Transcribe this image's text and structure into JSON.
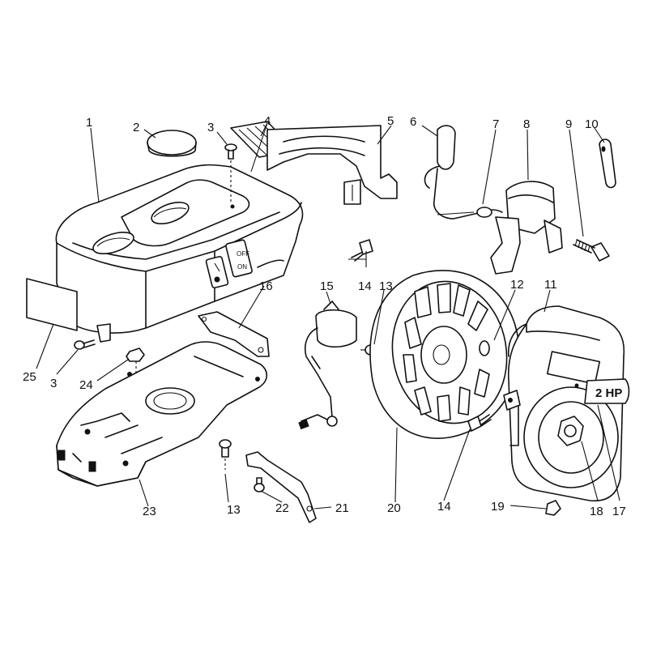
{
  "callouts": {
    "n1": "1",
    "n2": "2",
    "n3a": "3",
    "n3b": "3",
    "n4": "4",
    "n5": "5",
    "n6": "6",
    "n7": "7",
    "n8": "8",
    "n9": "9",
    "n10": "10",
    "n11": "11",
    "n12": "12",
    "n13a": "13",
    "n13b": "13",
    "n14a": "14",
    "n14b": "14",
    "n15": "15",
    "n16": "16",
    "n17": "17",
    "n18": "18",
    "n19": "19",
    "n20": "20",
    "n21": "21",
    "n22": "22",
    "n23": "23",
    "n24": "24",
    "n25": "25"
  },
  "switch_labels": {
    "off": "OFF",
    "on": "ON"
  },
  "hp_badge": "2 HP",
  "line_color": "#111111",
  "background_color": "#ffffff"
}
